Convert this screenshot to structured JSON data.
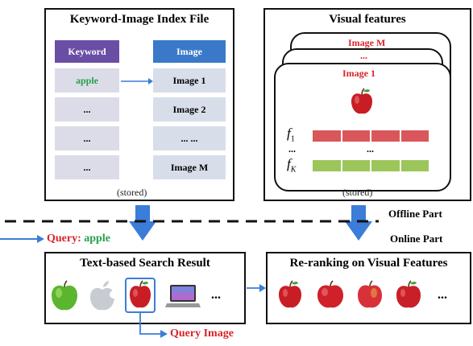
{
  "index_file": {
    "title": "Keyword-Image Index File",
    "keyword_header": "Keyword",
    "image_header": "Image",
    "keywords": [
      "apple",
      "...",
      "...",
      "..."
    ],
    "images": [
      "Image 1",
      "Image 2",
      "... ...",
      "Image M"
    ],
    "stored": "(stored)"
  },
  "visual_features": {
    "title": "Visual features",
    "image_m": "Image M",
    "dots": "...",
    "image_1": "Image 1",
    "f1": "f",
    "f1_sub": "1",
    "dots_left": "...",
    "dots_mid": "...",
    "fk": "f",
    "fk_sub": "K",
    "stored": "(stored)"
  },
  "divider": {
    "offline": "Offline Part",
    "online": "Online Part"
  },
  "query": {
    "label": "Query:",
    "term": "apple"
  },
  "text_search": {
    "title": "Text-based Search Result",
    "ellipsis": "..."
  },
  "rerank": {
    "title": "Re-ranking on Visual Features",
    "ellipsis": "..."
  },
  "query_image": {
    "label": "Query Image"
  },
  "colors": {
    "keyword_header": "#6a4ea5",
    "image_header": "#3a79c9",
    "arrow_blue": "#3b7dd8",
    "red_bar": "#d9575a",
    "green_bar": "#9cc55a",
    "accent_red": "#d8232a",
    "accent_green": "#27a04a"
  }
}
